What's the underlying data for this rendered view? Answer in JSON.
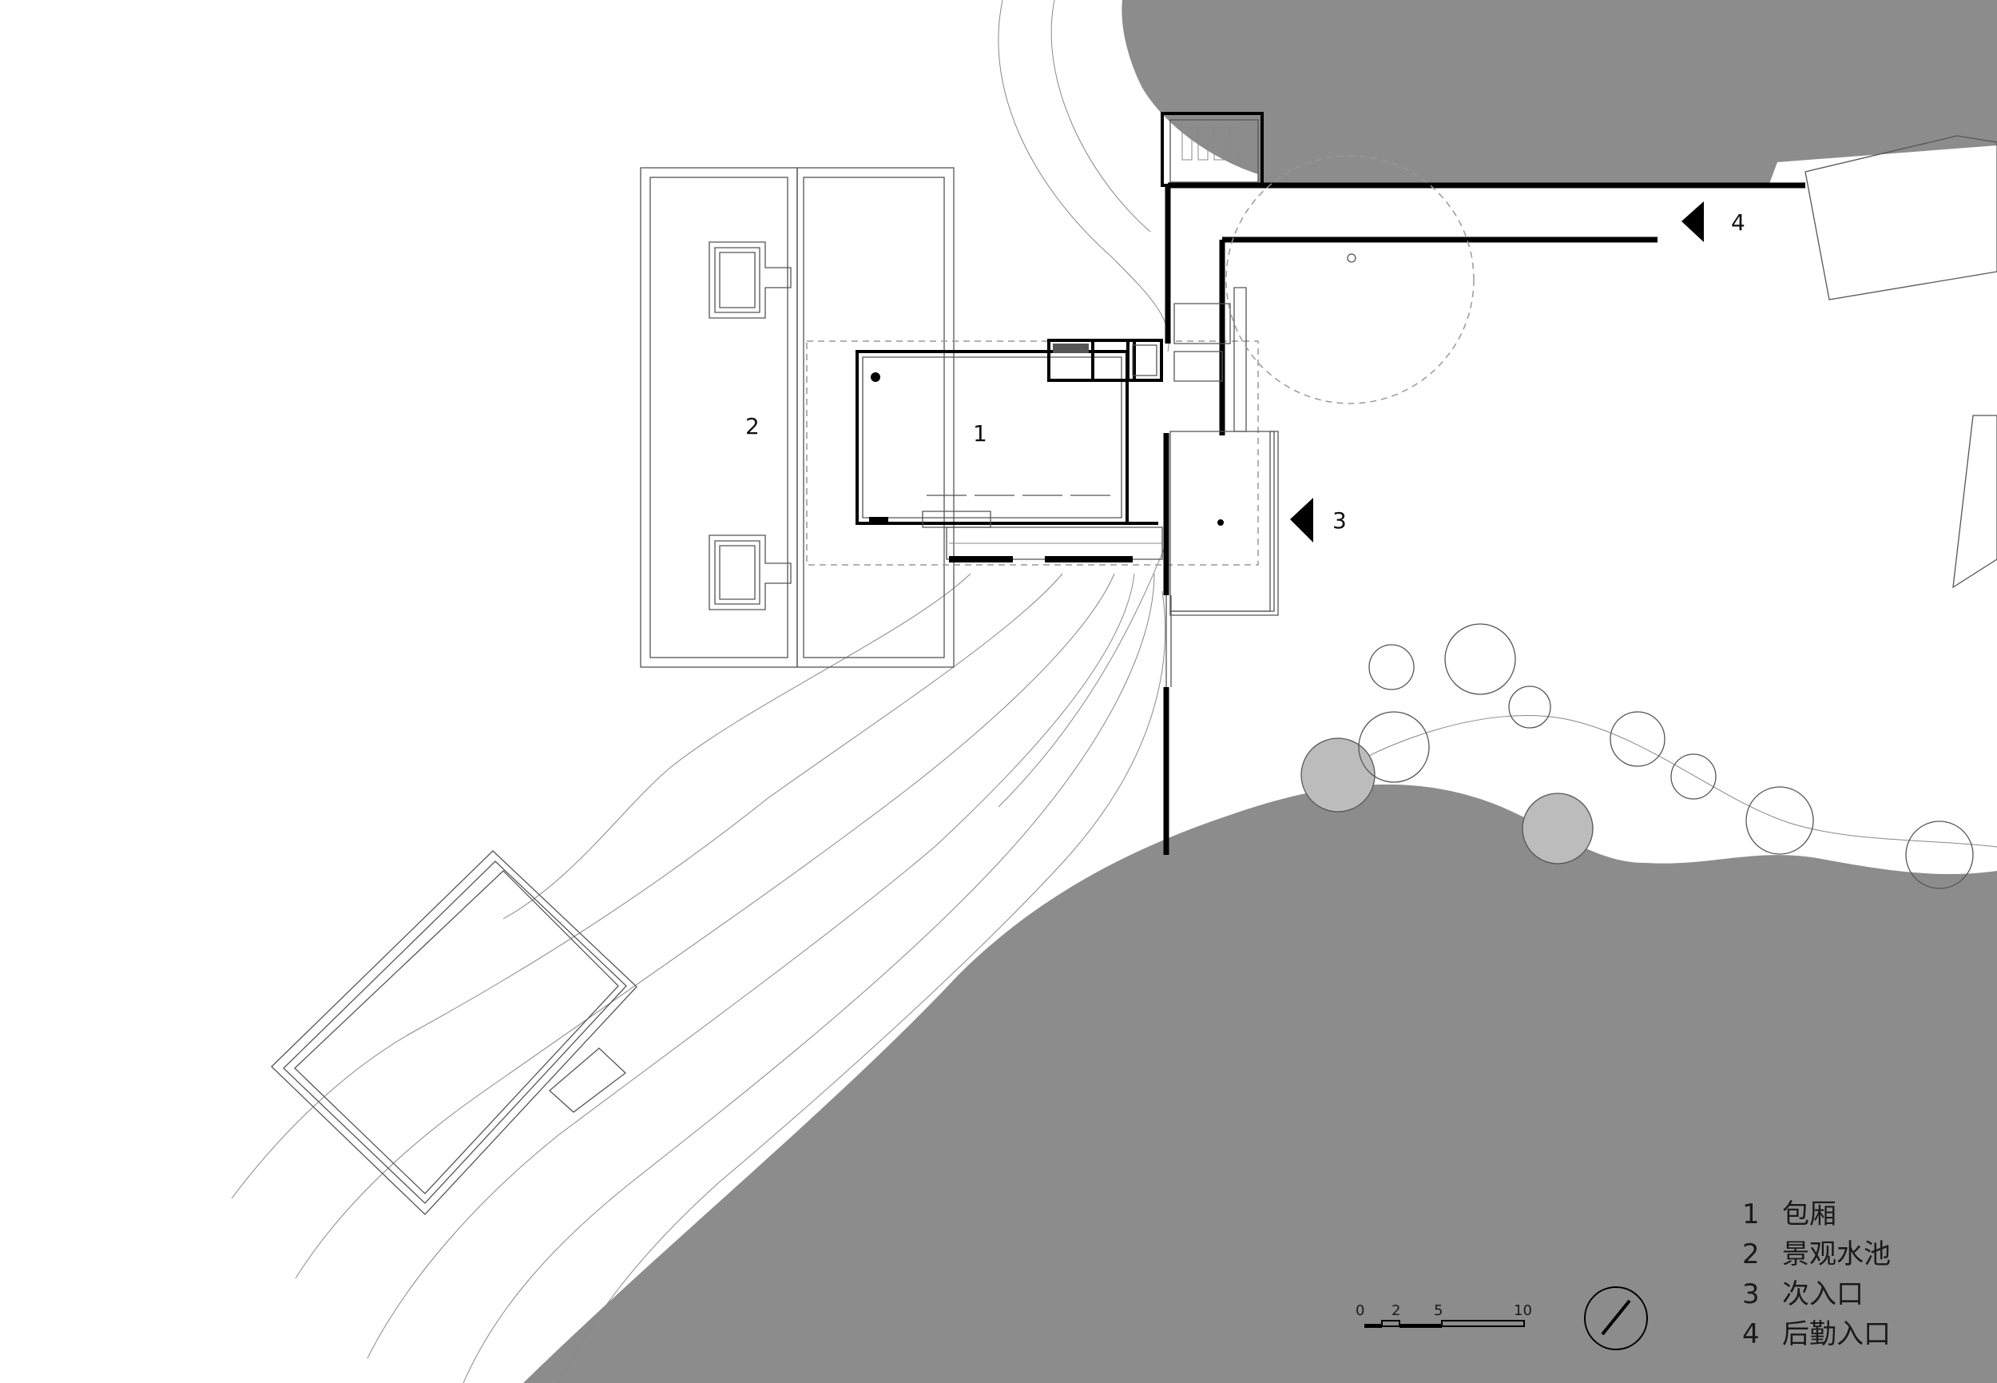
{
  "labels": {
    "room_1": "1",
    "pool_2": "2",
    "entrance_3": "3",
    "entrance_4": "4"
  },
  "legend": [
    {
      "num": "1",
      "text": "包厢"
    },
    {
      "num": "2",
      "text": "景观水池"
    },
    {
      "num": "3",
      "text": "次入口"
    },
    {
      "num": "4",
      "text": "后勤入口"
    }
  ],
  "scale_bar": {
    "ticks": [
      "0",
      "2",
      "5",
      "10"
    ]
  },
  "colors": {
    "water": "#8c8c8c",
    "background": "#ffffff",
    "line": "#000000"
  },
  "icons": {
    "north_arrow": "north-arrow-icon",
    "entrance_marker": "entrance-triangle-icon"
  }
}
